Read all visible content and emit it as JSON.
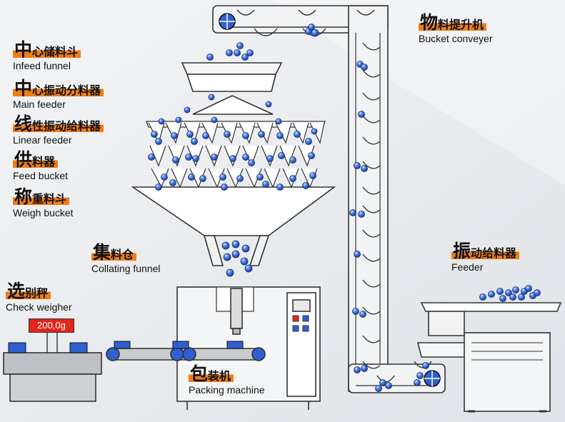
{
  "labels": {
    "infeed_funnel": {
      "cn_big": "中",
      "cn_rest": "心储料斗",
      "en": "Infeed funnel"
    },
    "main_feeder": {
      "cn_big": "中",
      "cn_rest": "心振动分料器",
      "en": "Main feeder"
    },
    "linear_feeder": {
      "cn_big": "线",
      "cn_rest": "性振动给料器",
      "en": "Linear feeder"
    },
    "feed_bucket": {
      "cn_big": "供",
      "cn_rest": "料器",
      "en": "Feed bucket"
    },
    "weigh_bucket": {
      "cn_big": "称",
      "cn_rest": "重料斗",
      "en": "Weigh bucket"
    },
    "collating_funnel": {
      "cn_big": "集",
      "cn_rest": "料仓",
      "en": "Collating funnel"
    },
    "check_weigher": {
      "cn_big": "选",
      "cn_rest": "别秤",
      "en": "Check weigher"
    },
    "packing_machine": {
      "cn_big": "包",
      "cn_rest": "装机",
      "en": "Packing machine"
    },
    "bucket_conveyer": {
      "cn_big": "物",
      "cn_rest": "料提升机",
      "en": "Bucket conveyer"
    },
    "feeder": {
      "cn_big": "振",
      "cn_rest": "动给料器",
      "en": "Feeder"
    }
  },
  "weight_display": "200,0g",
  "colors": {
    "accent": "#ef7d16",
    "pellet": "#2f5fd0",
    "machine_fill": "#f4f5f6",
    "stroke": "#333333",
    "display": "#e1261c"
  }
}
